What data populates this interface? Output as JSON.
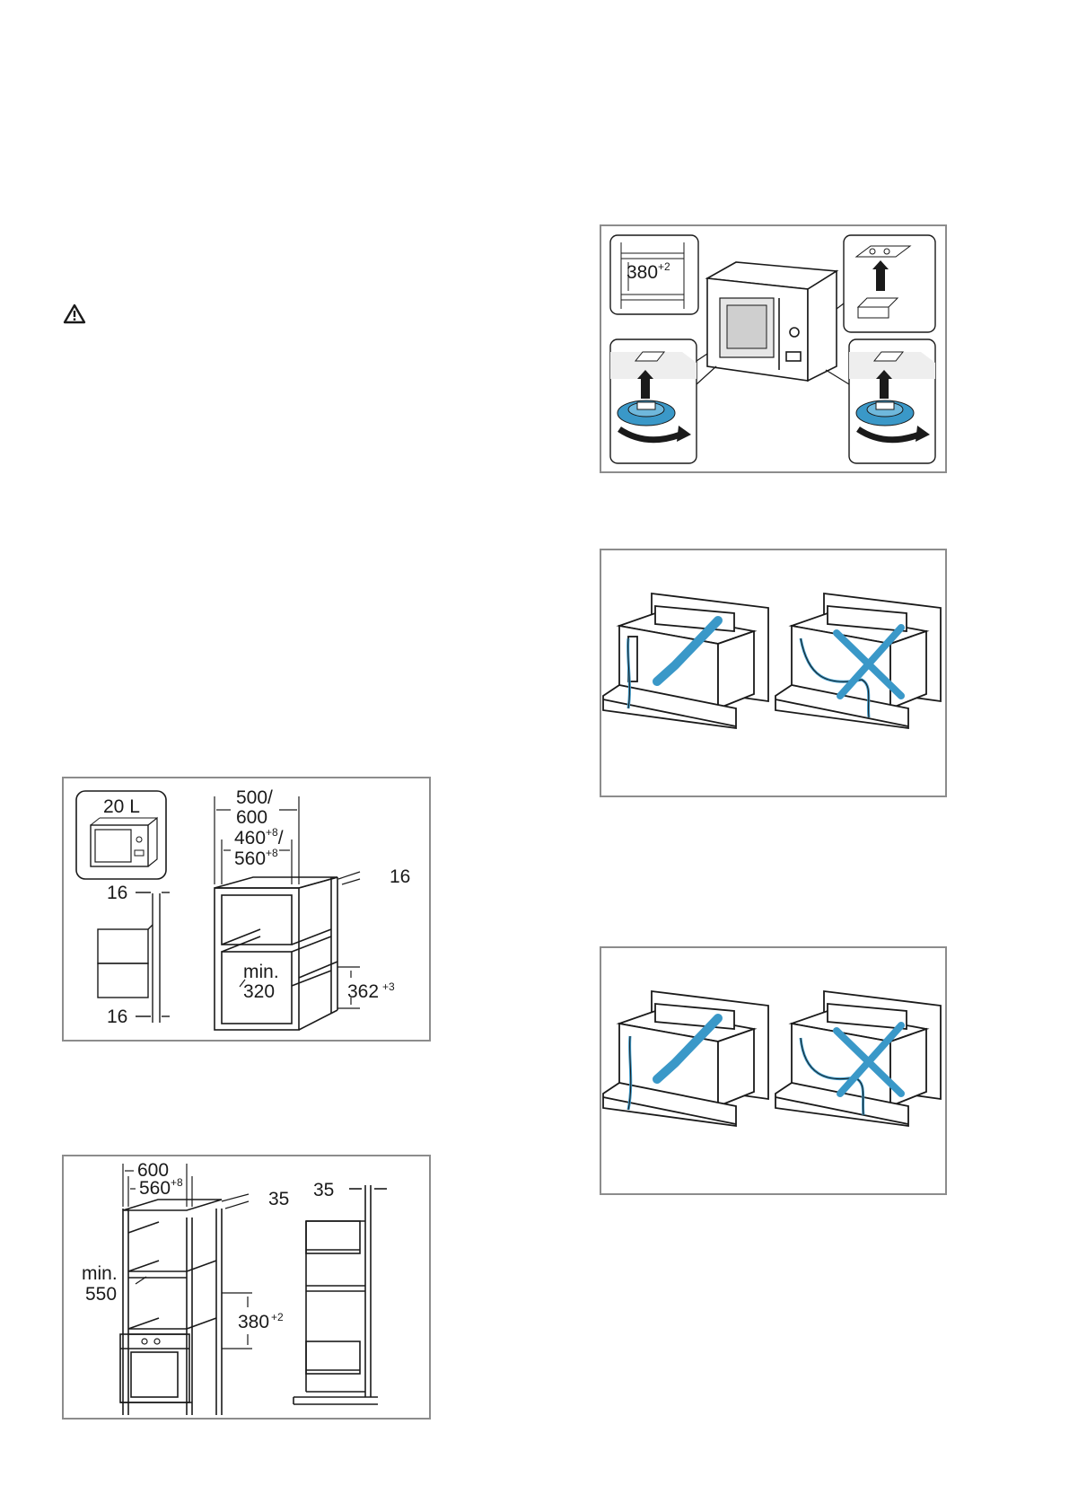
{
  "fig_cabinet_20l": {
    "capacity_label": "20 L",
    "top_width_a": "500/",
    "top_width_b": "600",
    "inner_width_a": "460",
    "inner_width_a_sup": "+8",
    "inner_width_a_sep": "/",
    "inner_width_b": "560",
    "inner_width_b_sup": "+8",
    "side_thickness": "16",
    "left_top": "16",
    "left_bottom": "16",
    "min_label": "min.",
    "min_value": "320",
    "height": "362",
    "height_sup": "+3"
  },
  "fig_tall_cabinet": {
    "outer_width": "600",
    "inner_width": "560",
    "inner_width_sup": "+8",
    "side_thickness": "35",
    "min_label": "min.",
    "min_value": "550",
    "height": "380",
    "height_sup": "+2",
    "side_view_thickness": "35"
  },
  "fig_install": {
    "height": "380",
    "height_sup": "+2"
  },
  "colors": {
    "frame": "#8c8c8c",
    "accent_blue": "#3a98c8",
    "gray_fill": "#d9d9d9"
  }
}
